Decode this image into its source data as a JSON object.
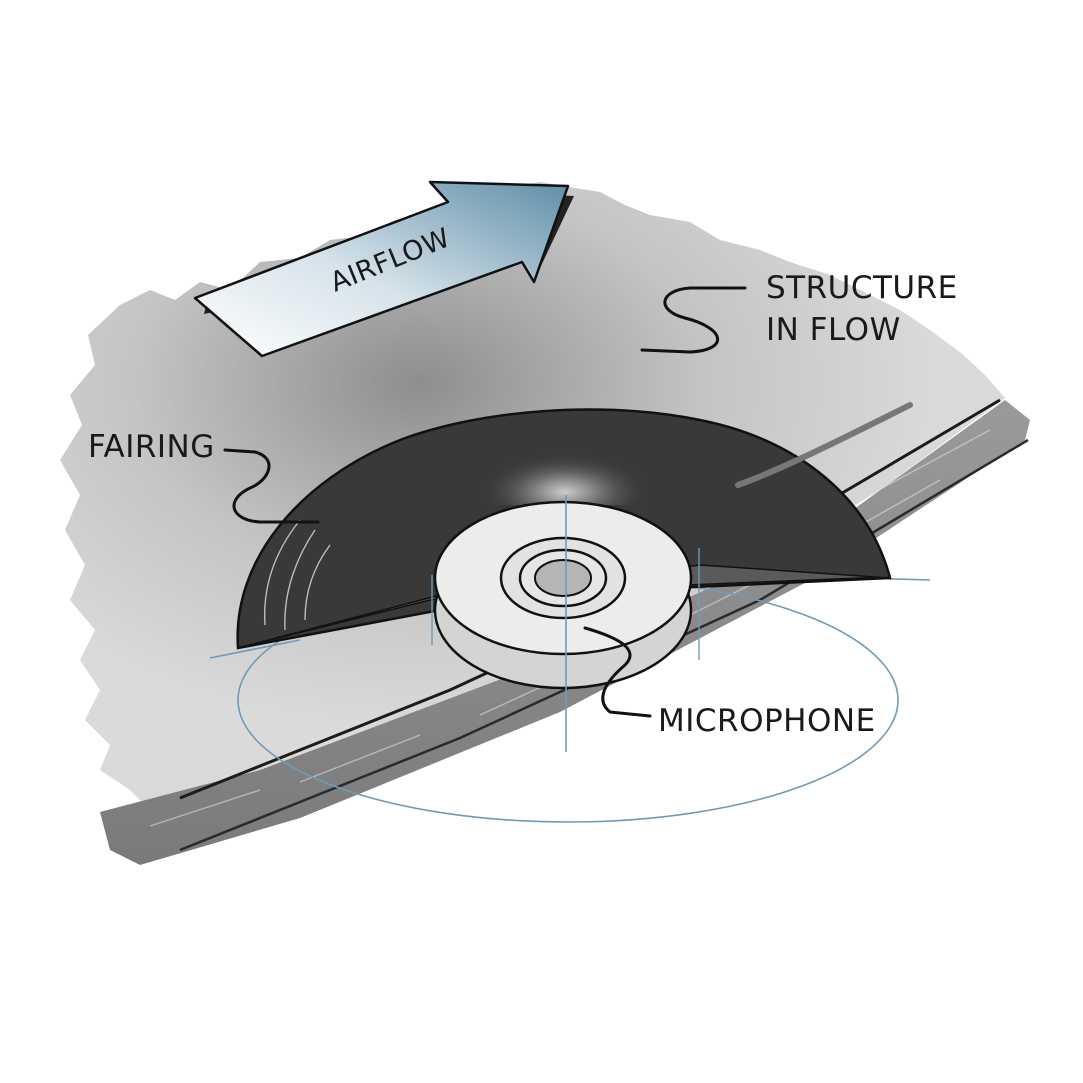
{
  "labels": {
    "airflow": "AIRFLOW",
    "structure_line1": "STRUCTURE",
    "structure_line2": "IN FLOW",
    "fairing": "FAIRING",
    "microphone": "MICROPHONE"
  },
  "colors": {
    "background": "#ffffff",
    "surface_light": "#d9d9d9",
    "surface_shadow": "#a9a9a9",
    "strip": "#8a8a8a",
    "fairing": "#3a3a3a",
    "arrow_gradient_start": "#ffffff",
    "arrow_gradient_end": "#6f9ab0",
    "guide_circle": "#6f9ab8",
    "microphone_body": "#eeeeee",
    "microphone_core": "#b5b5b5"
  }
}
